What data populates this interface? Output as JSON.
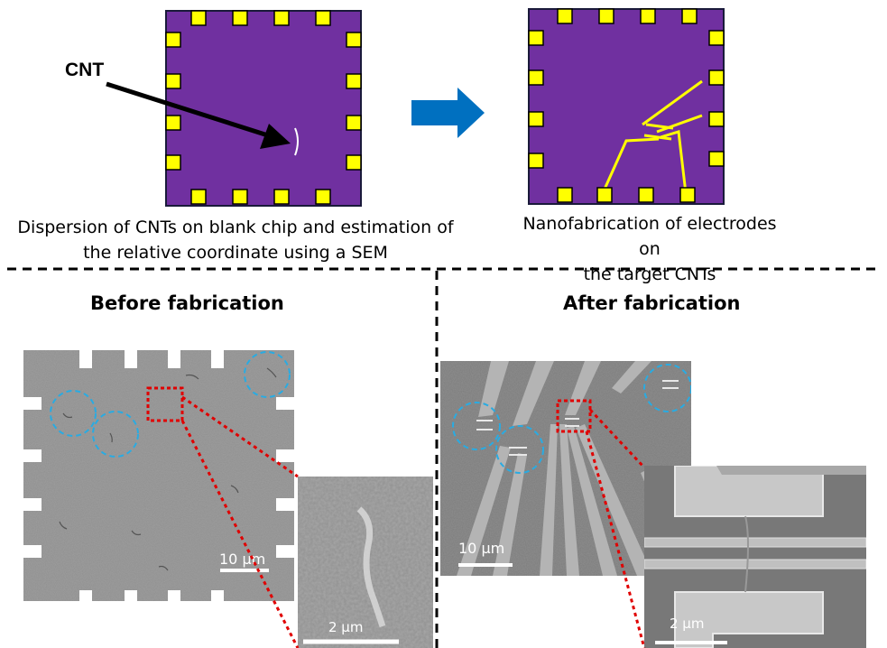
{
  "top": {
    "cnt_label": "CNT",
    "left_caption_line1": "Dispersion of CNTs on blank chip and estimation of",
    "left_caption_line2": "the relative coordinate using a SEM",
    "right_caption_line1": "Nanofabrication of electrodes on",
    "right_caption_line2": "the target CNTs"
  },
  "bottom": {
    "before_title": "Before fabrication",
    "after_title": "After fabrication",
    "before_scale": "10 μm",
    "before_zoom_scale": "2 μm",
    "after_scale": "10 μm",
    "after_zoom_scale": "2 μm"
  },
  "colors": {
    "chip": "#7030a0",
    "pad": "#ffff00",
    "arrow": "#0070c0",
    "highlight_circle": "#29abe2",
    "zoom_box": "#e00000"
  }
}
